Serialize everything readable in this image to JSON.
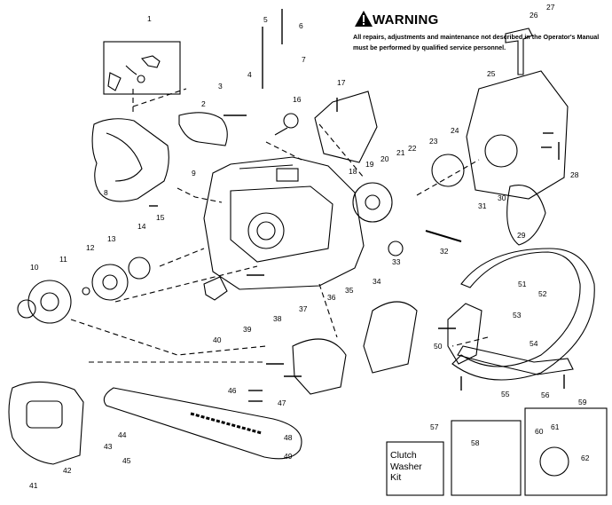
{
  "warning": {
    "title": "WARNING",
    "icon": "warning-triangle-icon",
    "text": "All repairs, adjustments and maintenance not described in the Operator's Manual must be performed by qualified service personnel."
  },
  "kit_label": "Clutch\nWasher\nKit",
  "part_numbers": [
    "1",
    "2",
    "3",
    "4",
    "5",
    "6",
    "7",
    "8",
    "9",
    "10",
    "11",
    "12",
    "13",
    "14",
    "15",
    "16",
    "17",
    "18",
    "19",
    "20",
    "21",
    "22",
    "23",
    "24",
    "25",
    "26",
    "27",
    "28",
    "29",
    "30",
    "31",
    "32",
    "33",
    "34",
    "35",
    "36",
    "37",
    "38",
    "39",
    "40",
    "41",
    "42",
    "43",
    "44",
    "45",
    "46",
    "47",
    "48",
    "49",
    "50",
    "51",
    "52",
    "53",
    "54",
    "55",
    "56",
    "57",
    "58",
    "59",
    "60",
    "61",
    "62"
  ]
}
